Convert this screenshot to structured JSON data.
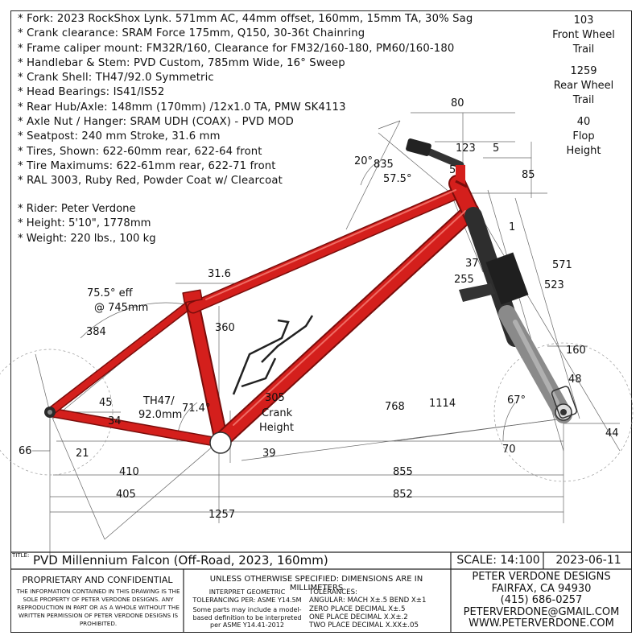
{
  "specs": [
    "* Fork: 2023 RockShox Lynk. 571mm AC, 44mm offset, 160mm, 15mm TA, 30% Sag",
    "* Crank clearance: SRAM Force 175mm, Q150, 30-36t Chainring",
    "* Frame caliper mount: FM32R/160, Clearance for FM32/160-180, PM60/160-180",
    "* Handlebar & Stem: PVD Custom, 785mm Wide, 16° Sweep",
    "* Crank Shell: TH47/92.0 Symmetric",
    "* Head Bearings: IS41/IS52",
    "* Rear Hub/Axle: 148mm (170mm) /12x1.0 TA, PMW SK4113",
    "* Axle Nut / Hanger: SRAM UDH (COAX) - PVD MOD",
    "* Seatpost: 240 mm Stroke, 31.6 mm",
    "* Tires, Shown: 622-60mm rear, 622-64 front",
    "* Tire Maximums: 622-61mm rear, 622-71 front",
    "* RAL 3003, Ruby Red, Powder Coat w/ Clearcoat"
  ],
  "rider": [
    "* Rider: Peter Verdone",
    "* Height: 5'10\", 1778mm",
    "* Weight: 220 lbs., 100 kg"
  ],
  "trail": {
    "front_value": "103",
    "front_label_1": "Front Wheel",
    "front_label_2": "Trail",
    "rear_value": "1259",
    "rear_label_1": "Rear Wheel",
    "rear_label_2": "Trail",
    "flop_value": "40",
    "flop_label_1": "Flop",
    "flop_label_2": "Height"
  },
  "dims": {
    "d80": "80",
    "d123": "123",
    "d5a": "5",
    "d5b": "5",
    "d85": "85",
    "d20deg": "20°",
    "d835": "835",
    "d575deg": "57.5°",
    "d1": "1",
    "d571": "571",
    "d523": "523",
    "d37": "37",
    "d255": "255",
    "d316": "31.6",
    "d755_1": "75.5° eff",
    "d755_2": "@ 745mm",
    "d384": "384",
    "d360": "360",
    "d160": "160",
    "d48": "48",
    "d44": "44",
    "d67deg": "67°",
    "d70": "70",
    "d45": "45",
    "d34": "34",
    "d21": "21",
    "d66": "66",
    "th47_1": "TH47/",
    "th47_2": "92.0mm",
    "d714deg": "71.4°",
    "d305": "305",
    "crank_1": "Crank",
    "crank_2": "Height",
    "d39": "39",
    "d768": "768",
    "d1114": "1114",
    "d410": "410",
    "d855": "855",
    "d405": "405",
    "d852": "852",
    "d1257": "1257"
  },
  "titleblock": {
    "title_label": "TITLE:",
    "title": "PVD Millennium Falcon (Off-Road, 2023, 160mm)",
    "scale": "SCALE: 14:100",
    "date": "2023-06-11",
    "prop_head": "PROPRIETARY AND CONFIDENTIAL",
    "prop_body": "THE INFORMATION CONTAINED IN THIS DRAWING IS THE SOLE PROPERTY OF PETER VERDONE DESIGNS. ANY REPRODUCTION IN PART OR AS A WHOLE WITHOUT THE WRITTEN PERMISSION OF PETER VERDONE DESIGNS IS PROHIBITED.",
    "unless": "UNLESS OTHERWISE SPECIFIED: DIMENSIONS ARE IN MILLIMETERS",
    "interp_1": "INTERPRET GEOMETRIC",
    "interp_2": "TOLERANCING PER: ASME Y14.5M",
    "someparts": "Some parts may include a model-based definition to be interpreted per ASME Y14.41-2012",
    "tol_head": "TOLERANCES:",
    "tol_angular": "ANGULAR: MACH X±.5   BEND X±1",
    "tol_zero": "ZERO PLACE DECIMAL  X±.5",
    "tol_one": "ONE PLACE DECIMAL   X.X±.2",
    "tol_two": "TWO PLACE DECIMAL   X.XX±.05",
    "company": "PETER VERDONE DESIGNS",
    "city": "FAIRFAX, CA 94930",
    "phone": "(415) 686-0257",
    "email": "PETERVERDONE@GMAIL.COM",
    "web": "WWW.PETERVERDONE.COM"
  },
  "colors": {
    "frame": "#d41f1c",
    "frame_dark": "#8e0f0d",
    "fork_lower": "#8a8a8a",
    "fork_upper": "#2e2e2e",
    "dim_line": "#555555"
  }
}
